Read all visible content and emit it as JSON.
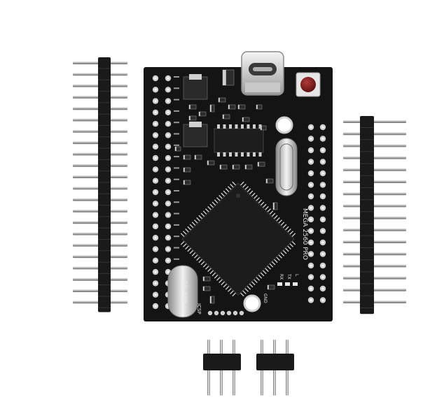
{
  "board": {
    "model_label": "MEGA 2560 PRO",
    "crystal_label": "16.000",
    "icsp_label": "ICSP",
    "led_labels": [
      "RX",
      "TX",
      "L"
    ],
    "gnd_label": "GND"
  },
  "colors": {
    "pcb": "#141414",
    "pad": "#cfcfcf",
    "header_plastic": "#1a1a1a",
    "pin_metal": "#bdbdbd",
    "usb_metal": "#d9d9d9",
    "reset_button": "#7a1d1d",
    "background": "#ffffff"
  },
  "components": {
    "usb_connector": "usb-type-c",
    "main_chip": "qfp-100",
    "crystals": 2,
    "reset_button": 1
  }
}
